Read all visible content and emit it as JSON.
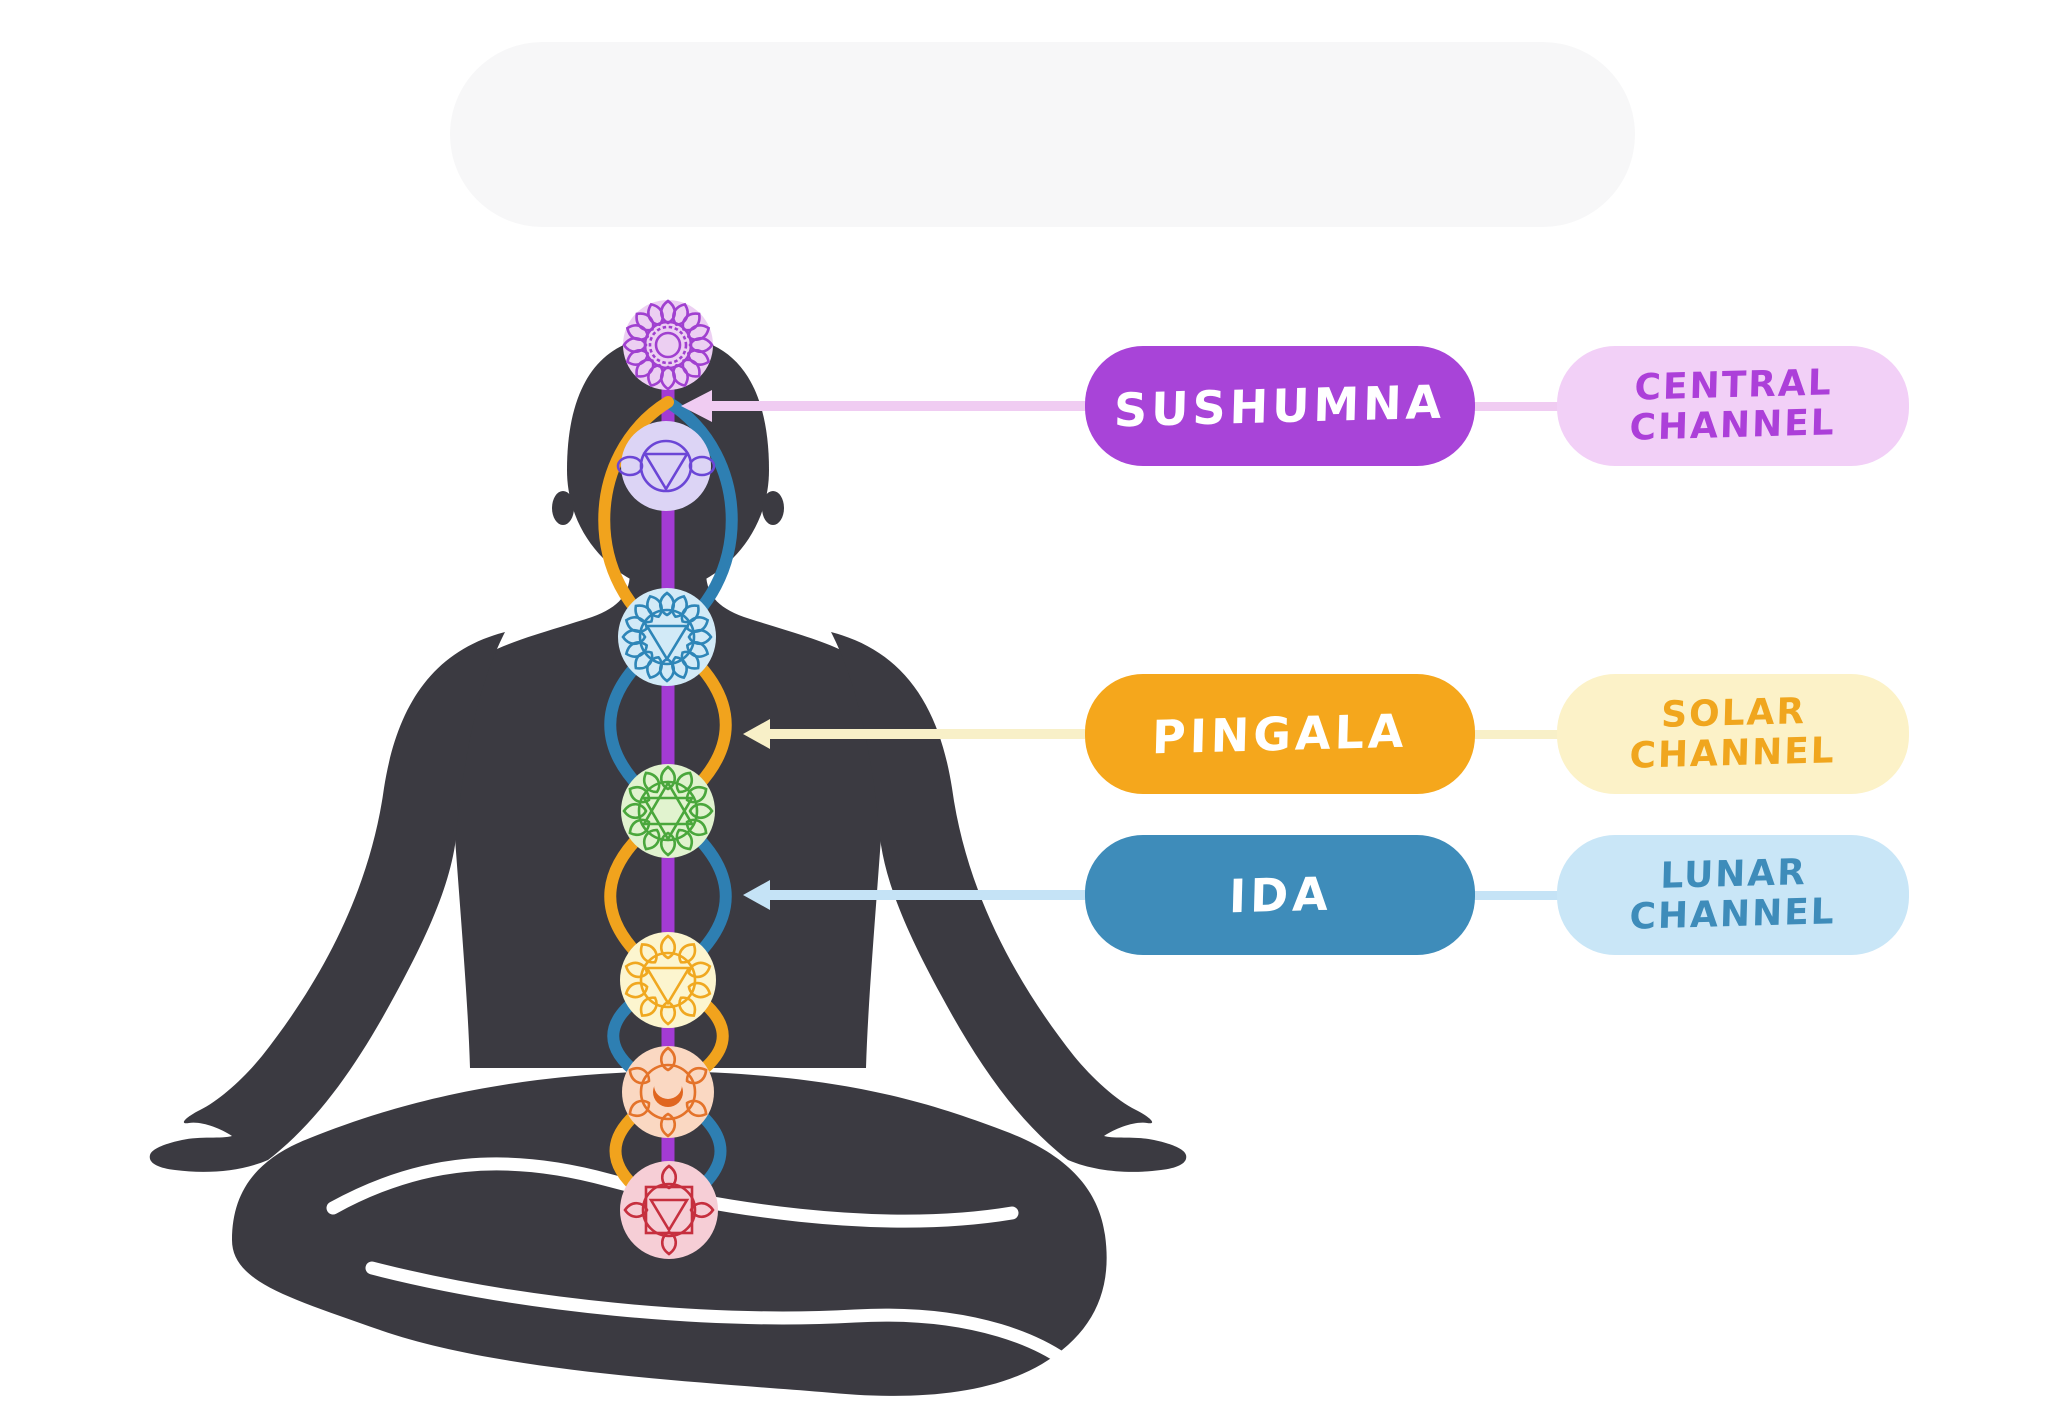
{
  "figure": {
    "body_color": "#3b3a41",
    "outline_color": "#ffffff",
    "blob_color": "#f7f7f8",
    "channels": {
      "sushumna": {
        "label": "central channel line",
        "color": "#a33bd4"
      },
      "ida": {
        "label": "lunar channel line",
        "color": "#2e7fb2"
      },
      "pingala": {
        "label": "solar channel line",
        "color": "#f1a31d"
      }
    },
    "chakras": [
      {
        "id": "crown-chakra",
        "bg": "#eccff2",
        "line": "#a040d0",
        "petals": 16
      },
      {
        "id": "third-eye-chakra",
        "bg": "#dcd4f5",
        "line": "#6b46d6",
        "petals": 0
      },
      {
        "id": "throat-chakra",
        "bg": "#d2eaf7",
        "line": "#2e86b8",
        "petals": 16
      },
      {
        "id": "heart-chakra",
        "bg": "#e1f3cf",
        "line": "#4aa73c",
        "petals": 12
      },
      {
        "id": "solar-plexus-chakra",
        "bg": "#fcf5cf",
        "line": "#f0a820",
        "petals": 10
      },
      {
        "id": "sacral-chakra",
        "bg": "#fad8c2",
        "line": "#e4732a",
        "petals": 6,
        "crescent_fill": "#e0661f"
      },
      {
        "id": "root-chakra",
        "bg": "#f6ced6",
        "line": "#c62f3e",
        "petals": 4
      }
    ]
  },
  "legend": {
    "rows": [
      {
        "name": "SUSHUMNA",
        "channel_line1": "CENTRAL",
        "channel_line2": "CHANNEL",
        "name_bg": "#a844d8",
        "name_color": "#ffffff",
        "desc_bg": "#f2d0f7",
        "desc_color": "#ac3fd9",
        "arrow_color": "#f0ccf2"
      },
      {
        "name": "PINGALA",
        "channel_line1": "SOLAR",
        "channel_line2": "CHANNEL",
        "name_bg": "#f5a71c",
        "name_color": "#ffffff",
        "desc_bg": "#fcf2c8",
        "desc_color": "#f0a61e",
        "arrow_color": "#f8f0c8"
      },
      {
        "name": "IDA",
        "channel_line1": "LUNAR",
        "channel_line2": "CHANNEL",
        "name_bg": "#3e8cba",
        "name_color": "#ffffff",
        "desc_bg": "#c9e6f7",
        "desc_color": "#3e8cba",
        "arrow_color": "#c5e3f6"
      }
    ]
  }
}
